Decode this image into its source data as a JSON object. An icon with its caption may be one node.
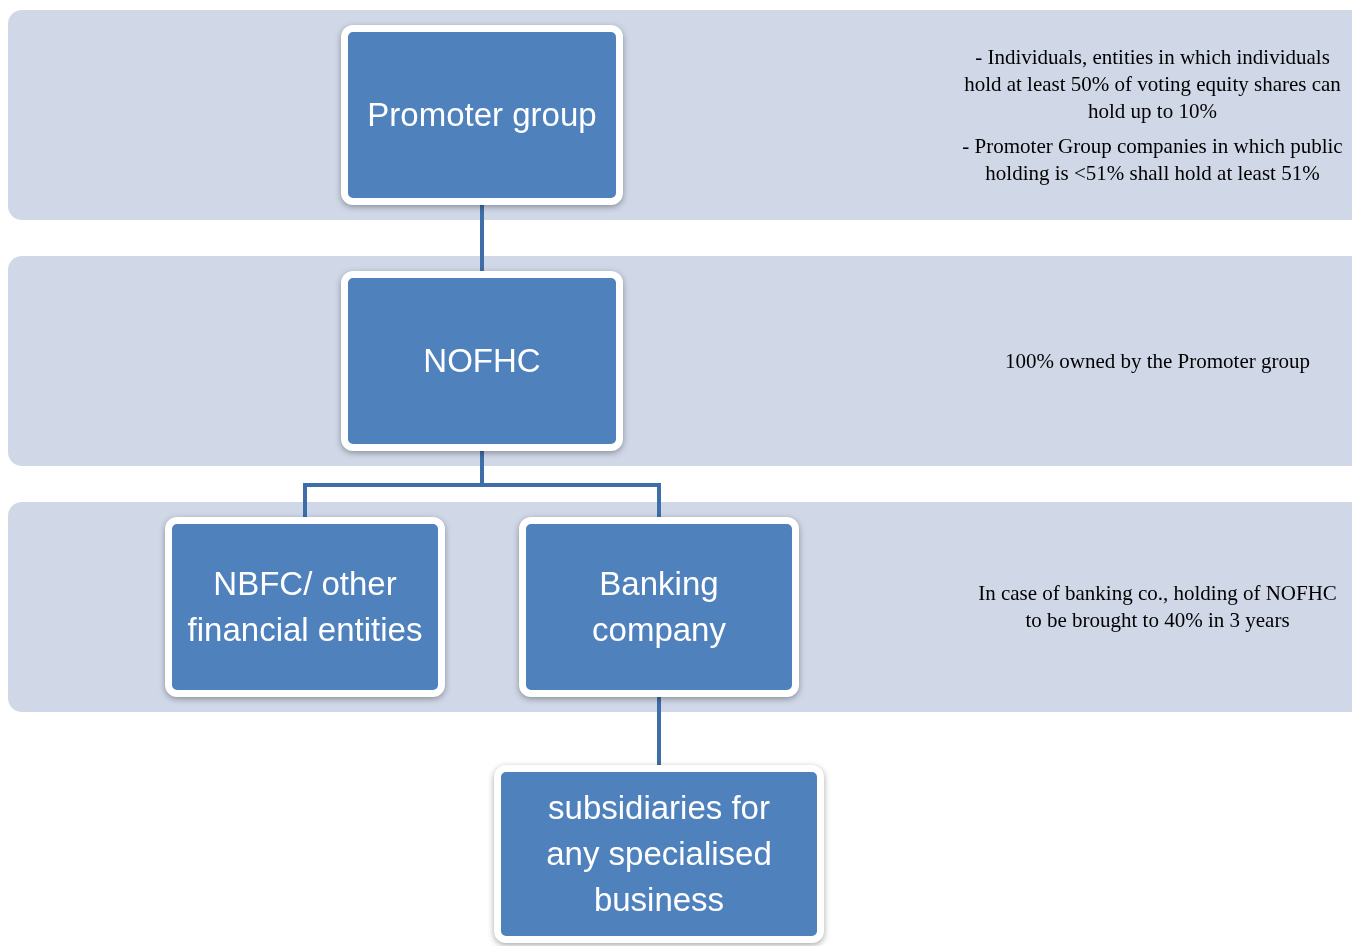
{
  "diagram": {
    "nodes": [
      {
        "text": [
          "- Individuals, entities in which individuals hold at least 50% of voting equity shares can hold up to 10%",
          "- Promoter Group companies in which public holding is <51% shall hold at least 51%"
        ]
      },
      {
        "text": [
          "Promoter group"
        ],
        "in": 0
      },
      {
        "text": [
          "100% owned by the Promoter group"
        ]
      },
      {
        "text": [
          "NOFHC"
        ],
        "in": 2
      },
      {
        "text": [
          "In case of banking co., holding of NOFHC to be brought to 40% in 3 years"
        ]
      },
      {
        "text": [
          "NBFC/ other financial entities"
        ],
        "in": 4
      },
      {
        "text": [
          "Banking company"
        ],
        "in": 4
      },
      {
        "text": [
          "subsidiaries for any specialised business"
        ]
      }
    ],
    "edges": [
      {
        "from": 1,
        "to": 3,
        "arrow": "none"
      },
      {
        "from": 3,
        "to": 5,
        "arrow": "none"
      },
      {
        "from": 3,
        "to": 6,
        "arrow": "none"
      },
      {
        "from": 6,
        "to": 7,
        "arrow": "none"
      }
    ]
  }
}
